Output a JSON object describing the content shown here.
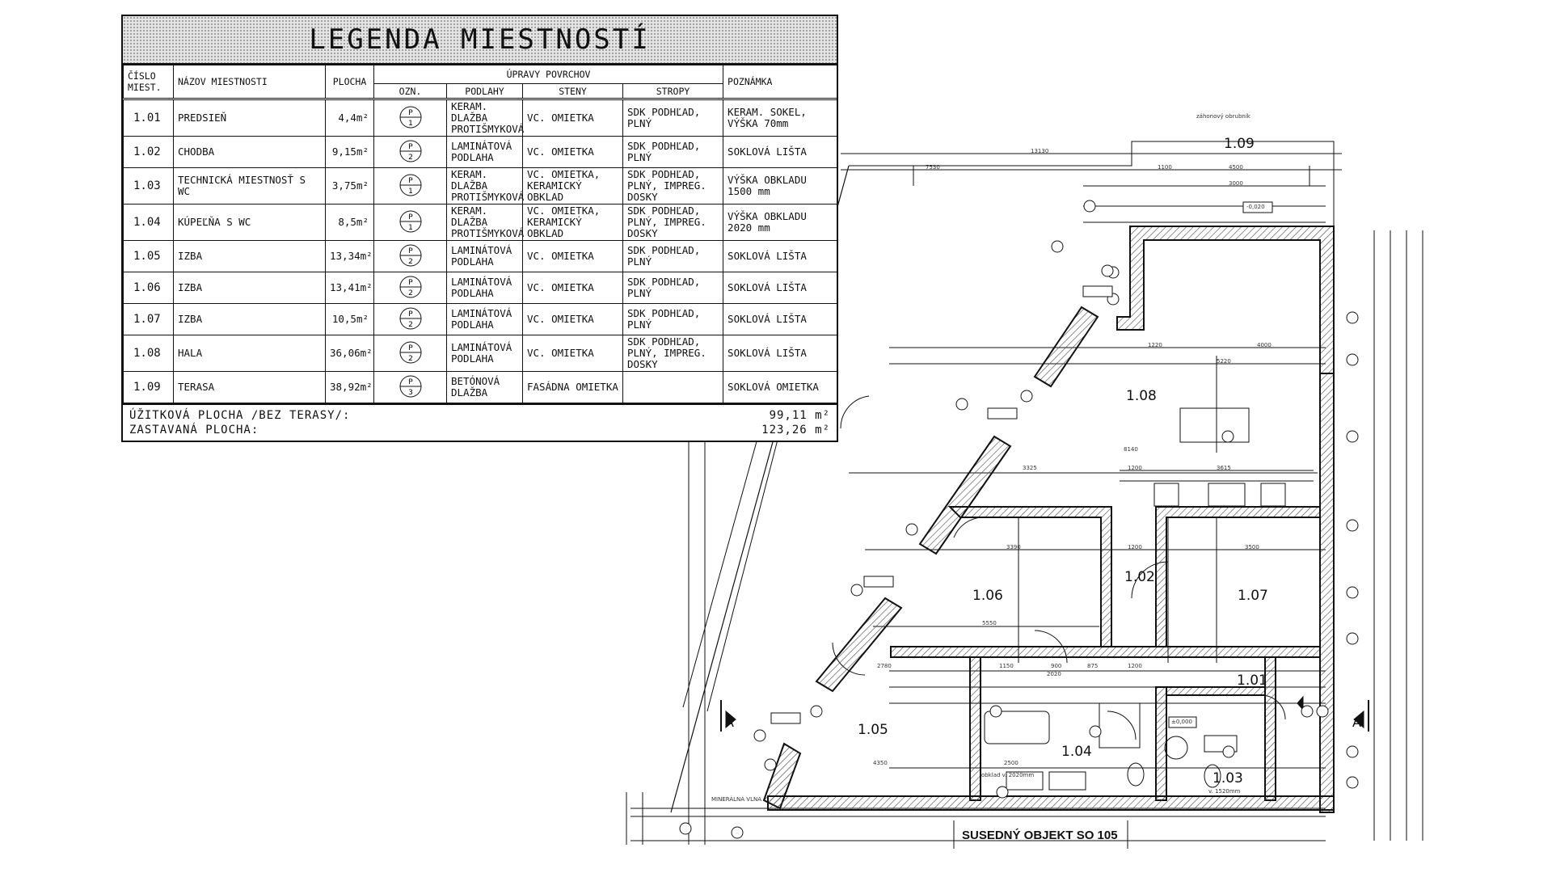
{
  "legend": {
    "title": "LEGENDA MIESTNOSTÍ",
    "headers": {
      "number": "ČÍSLO MIEST.",
      "name": "NÁZOV MIESTNOSTI",
      "area": "PLOCHA",
      "surfaces": "ÚPRAVY POVRCHOV",
      "note": "POZNÁMKA",
      "mark": "OZN.",
      "floors": "PODLAHY",
      "walls": "STENY",
      "ceilings": "STROPY"
    },
    "rows": [
      {
        "number": "1.01",
        "name": "PREDSIEŇ",
        "area": "4,4m²",
        "sym": "P 1",
        "floor": "KERAM. DLAŽBA PROTIŠMYKOVÁ",
        "walls": "VC. OMIETKA",
        "ceiling": "SDK PODHĽAD, PLNÝ",
        "note": "KERAM. SOKEL, VÝŠKA 70mm"
      },
      {
        "number": "1.02",
        "name": "CHODBA",
        "area": "9,15m²",
        "sym": "P 2",
        "floor": "LAMINÁTOVÁ PODLAHA",
        "walls": "VC. OMIETKA",
        "ceiling": "SDK PODHĽAD, PLNÝ",
        "note": "SOKLOVÁ LIŠTA"
      },
      {
        "number": "1.03",
        "name": "TECHNICKÁ MIESTNOSŤ S WC",
        "area": "3,75m²",
        "sym": "P 1",
        "floor": "KERAM. DLAŽBA PROTIŠMYKOVÁ",
        "walls": "VC. OMIETKA, KERAMICKÝ OBKLAD",
        "ceiling": "SDK PODHĽAD, PLNÝ, IMPREG. DOSKY",
        "note": "VÝŠKA OBKLADU 1500 mm"
      },
      {
        "number": "1.04",
        "name": "KÚPEĽŇA S WC",
        "area": "8,5m²",
        "sym": "P 1",
        "floor": "KERAM. DLAŽBA PROTIŠMYKOVÁ",
        "walls": "VC. OMIETKA, KERAMICKÝ OBKLAD",
        "ceiling": "SDK PODHĽAD, PLNÝ, IMPREG. DOSKY",
        "note": "VÝŠKA OBKLADU 2020 mm"
      },
      {
        "number": "1.05",
        "name": "IZBA",
        "area": "13,34m²",
        "sym": "P 2",
        "floor": "LAMINÁTOVÁ PODLAHA",
        "walls": "VC. OMIETKA",
        "ceiling": "SDK PODHĽAD, PLNÝ",
        "note": "SOKLOVÁ LIŠTA"
      },
      {
        "number": "1.06",
        "name": "IZBA",
        "area": "13,41m²",
        "sym": "P 2",
        "floor": "LAMINÁTOVÁ PODLAHA",
        "walls": "VC. OMIETKA",
        "ceiling": "SDK PODHĽAD, PLNÝ",
        "note": "SOKLOVÁ LIŠTA"
      },
      {
        "number": "1.07",
        "name": "IZBA",
        "area": "10,5m²",
        "sym": "P 2",
        "floor": "LAMINÁTOVÁ PODLAHA",
        "walls": "VC. OMIETKA",
        "ceiling": "SDK PODHĽAD, PLNÝ",
        "note": "SOKLOVÁ LIŠTA"
      },
      {
        "number": "1.08",
        "name": "HALA",
        "area": "36,06m²",
        "sym": "P 2",
        "floor": "LAMINÁTOVÁ PODLAHA",
        "walls": "VC. OMIETKA",
        "ceiling": "SDK PODHĽAD, PLNÝ, IMPREG. DOSKY",
        "note": "SOKLOVÁ LIŠTA"
      },
      {
        "number": "1.09",
        "name": "TERASA",
        "area": "38,92m²",
        "sym": "P 3",
        "floor": "BETÓNOVÁ DLAŽBA",
        "walls": "FASÁDNA OMIETKA",
        "ceiling": "",
        "note": "SOKLOVÁ OMIETKA"
      }
    ],
    "summary": {
      "usable_label": "ÚŽITKOVÁ PLOCHA /BEZ TERASY/:",
      "usable_value": "99,11 m²",
      "built_label": "ZASTAVANÁ PLOCHA:",
      "built_value": "123,26 m²"
    }
  },
  "plan": {
    "rooms": {
      "r101": "1.01",
      "r102": "1.02",
      "r103": "1.03",
      "r104": "1.04",
      "r105": "1.05",
      "r106": "1.06",
      "r107": "1.07",
      "r108": "1.08",
      "r109": "1.09"
    },
    "neighbor_label": "SUSEDNÝ OBJEKT SO 105",
    "section_left": "A",
    "section_right": "A",
    "dims": {
      "d1": "13130",
      "d2": "7530",
      "d3": "1100",
      "d4": "4500",
      "d5": "3000",
      "d6": "1220",
      "d7": "4000",
      "d8": "5220",
      "d9": "8140",
      "d10": "3325",
      "d11": "1200",
      "d12": "3615",
      "d13": "3390",
      "d14": "1200",
      "d15": "3500",
      "d16": "5550",
      "d17": "2780",
      "d18": "1150",
      "d19": "900",
      "d20": "875",
      "d21": "1200",
      "d22": "2020",
      "d23": "4350",
      "d24": "2500",
      "d25": "±0,000",
      "d26": "-0,020",
      "d27": "1.08",
      "d28": "záhonový obrubník",
      "d29": "MINERÁLNA VLNA",
      "d30": "obklad v. 2020mm",
      "d31": "v. 1520mm"
    }
  },
  "colors": {
    "line": "#111111",
    "hatch": "#555555",
    "title_bg": "#e4e4e4"
  }
}
